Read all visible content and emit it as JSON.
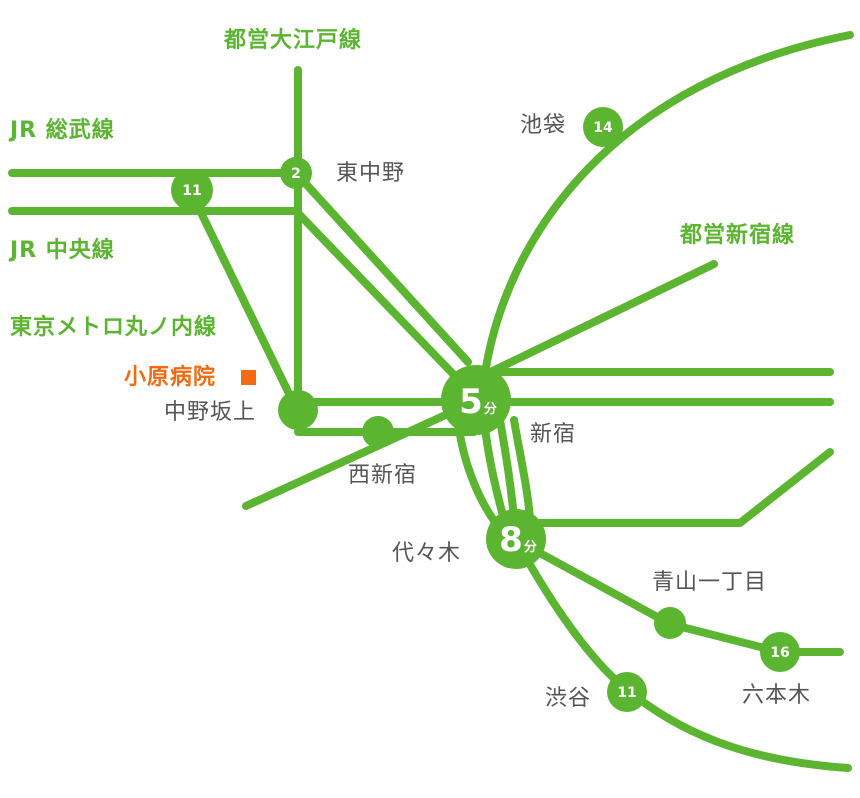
{
  "colors": {
    "line": "#5cb531",
    "station_text": "#555555",
    "hospital": "#f26b12",
    "badge_text": "#ffffff"
  },
  "lines": {
    "oedo": "都営大江戸線",
    "sobu": "JR 総武線",
    "chuo": "JR 中央線",
    "marunouchi": "東京メトロ丸ノ内線",
    "shinjuku_line": "都営新宿線"
  },
  "hospital": {
    "name": "小原病院",
    "icon": "square-marker-icon"
  },
  "stations": {
    "higashi_nakano": {
      "name": "東中野",
      "badge": "2"
    },
    "sobu_unnamed": {
      "badge": "11"
    },
    "nakano_sakaue": {
      "name": "中野坂上"
    },
    "nishi_shinjuku": {
      "name": "西新宿"
    },
    "shinjuku": {
      "name": "新宿",
      "minutes": "5",
      "unit": "分"
    },
    "yoyogi": {
      "name": "代々木",
      "minutes": "8",
      "unit": "分"
    },
    "ikebukuro": {
      "name": "池袋",
      "badge": "14"
    },
    "aoyama_itchome": {
      "name": "青山一丁目"
    },
    "roppongi": {
      "name": "六本木",
      "badge": "16"
    },
    "shibuya": {
      "name": "渋谷",
      "badge": "11"
    }
  }
}
